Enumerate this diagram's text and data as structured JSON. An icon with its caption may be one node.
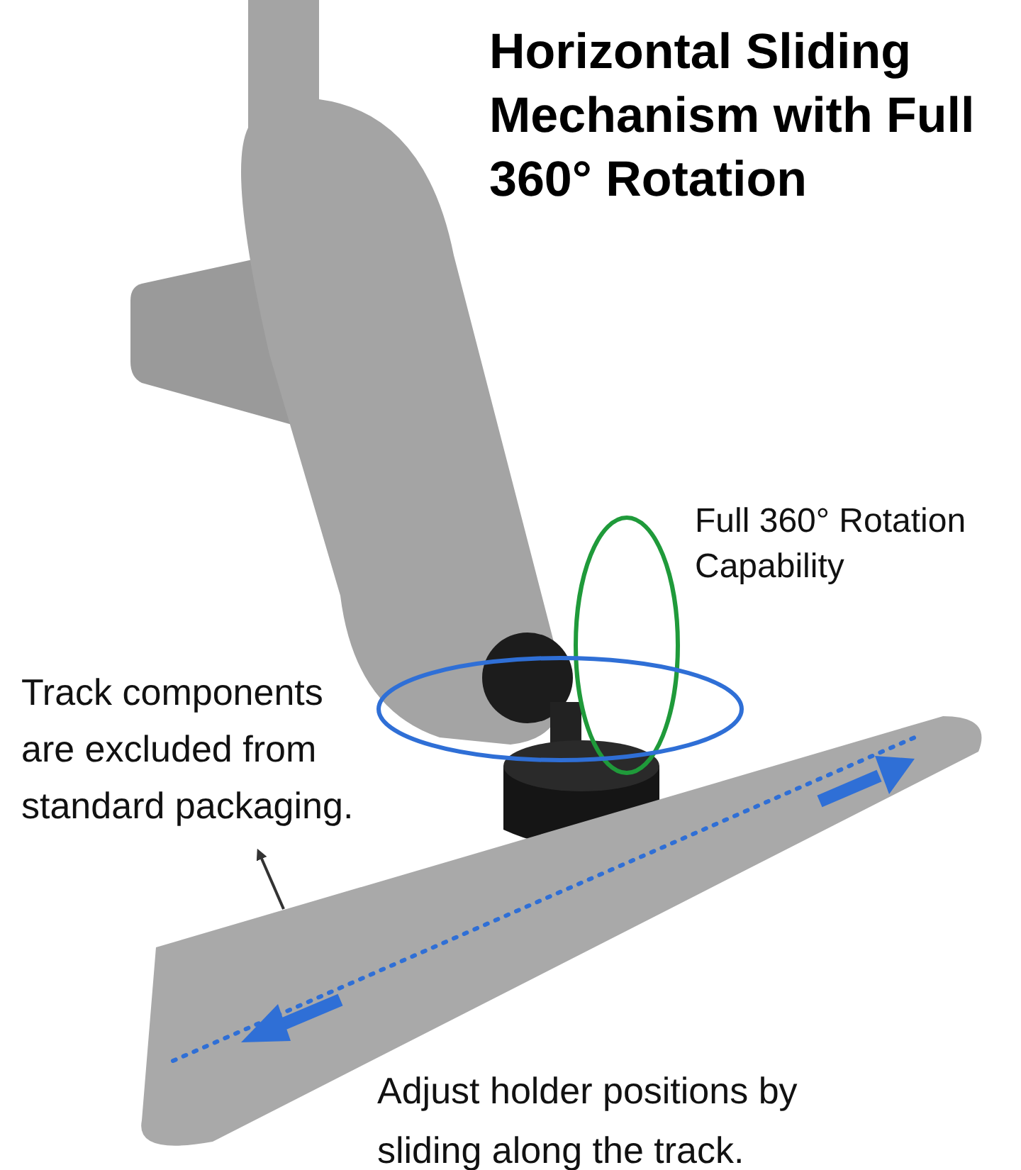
{
  "diagram": {
    "title": "Horizontal Sliding Mechanism with Full 360° Rotation",
    "nodes": [
      {
        "text": [
          "Track components are excluded from standard packaging."
        ]
      },
      {
        "text": [],
        "shape": "picture"
      }
    ],
    "edges": [
      {
        "from": 1,
        "to": 0,
        "arrow": "to"
      }
    ],
    "labels": [
      "Full 360° Rotation Capability",
      "Adjust holder positions by sliding along the track."
    ]
  }
}
